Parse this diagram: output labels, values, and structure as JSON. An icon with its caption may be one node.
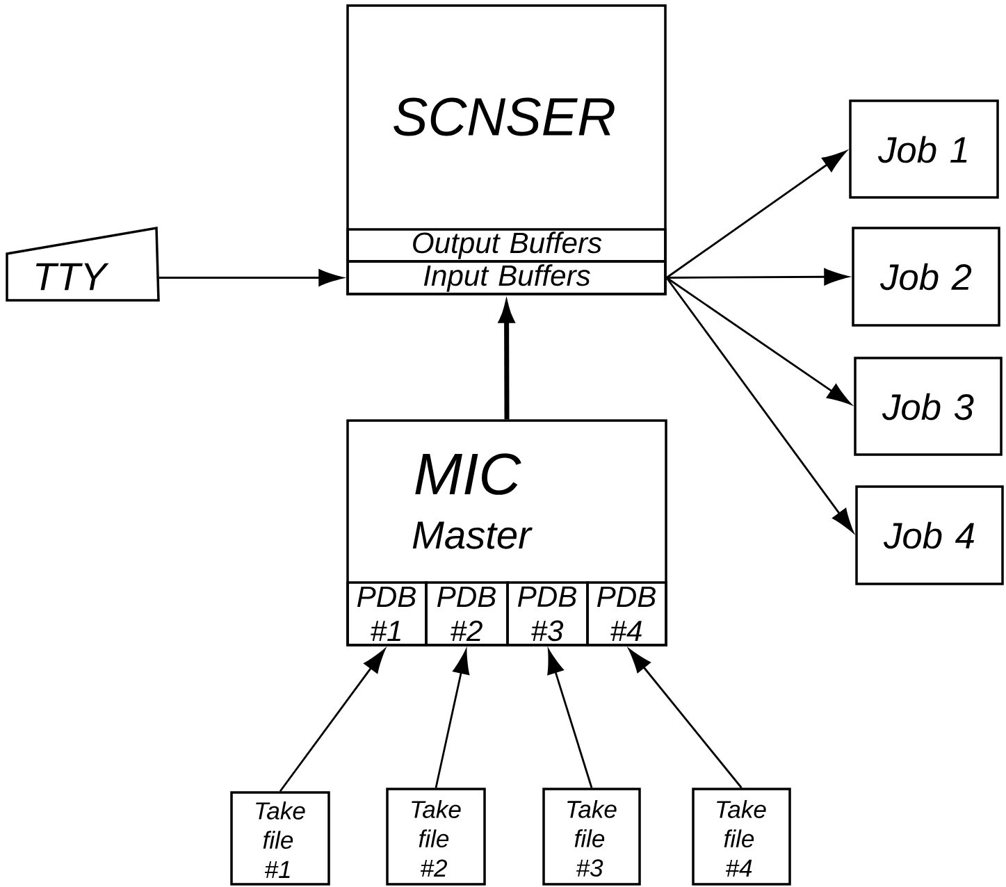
{
  "diagram": {
    "nodes": [
      {
        "text": [
          "SCNSER"
        ]
      },
      {
        "text": [
          "Output Buffers"
        ],
        "in": 0
      },
      {
        "text": [
          "Input Buffers"
        ],
        "in": 0
      },
      {
        "text": [
          "TTY"
        ]
      },
      {
        "text": [
          "MIC",
          "Master"
        ]
      },
      {
        "text": [
          "PDB #1"
        ],
        "in": 4
      },
      {
        "text": [
          "PDB #2"
        ],
        "in": 4
      },
      {
        "text": [
          "PDB #3"
        ],
        "in": 4
      },
      {
        "text": [
          "PDB #4"
        ],
        "in": 4
      },
      {
        "text": [
          "Take file #1"
        ]
      },
      {
        "text": [
          "Take file #2"
        ]
      },
      {
        "text": [
          "Take file #3"
        ]
      },
      {
        "text": [
          "Take file #4"
        ]
      },
      {
        "text": [
          "Job 1"
        ]
      },
      {
        "text": [
          "Job 2"
        ]
      },
      {
        "text": [
          "Job 3"
        ]
      },
      {
        "text": [
          "Job 4"
        ]
      }
    ],
    "edges": [
      {
        "from": 3,
        "to": 2,
        "arrow": "to"
      },
      {
        "from": 4,
        "to": 2,
        "arrow": "to",
        "style": "thick"
      },
      {
        "from": 2,
        "to": 13,
        "arrow": "to"
      },
      {
        "from": 2,
        "to": 14,
        "arrow": "to"
      },
      {
        "from": 2,
        "to": 15,
        "arrow": "to"
      },
      {
        "from": 2,
        "to": 16,
        "arrow": "to"
      },
      {
        "from": 9,
        "to": 5,
        "arrow": "to"
      },
      {
        "from": 10,
        "to": 6,
        "arrow": "to"
      },
      {
        "from": 11,
        "to": 7,
        "arrow": "to"
      },
      {
        "from": 12,
        "to": 8,
        "arrow": "to"
      }
    ]
  }
}
